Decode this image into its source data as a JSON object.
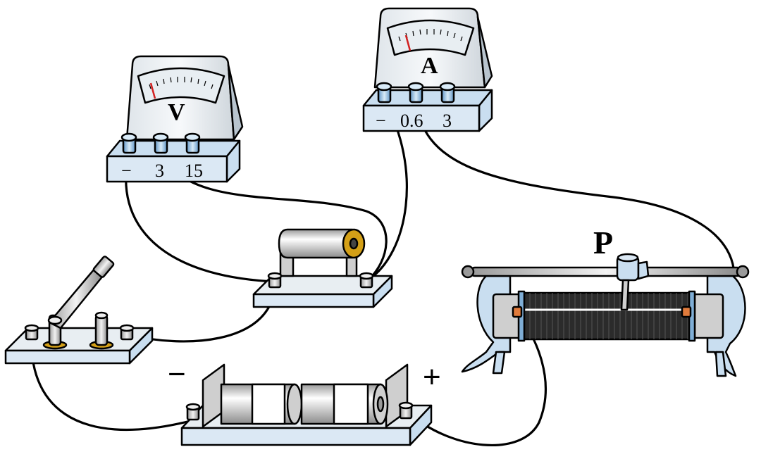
{
  "voltmeter": {
    "letter": "V",
    "terminals": [
      "−",
      "3",
      "15"
    ]
  },
  "ammeter": {
    "letter": "A",
    "terminals": [
      "−",
      "0.6",
      "3"
    ]
  },
  "rheostat": {
    "slider_label": "P"
  },
  "battery": {
    "negative_sign": "−",
    "positive_sign": "+"
  },
  "colors": {
    "metal_blue": "#c9def0",
    "dark_blue": "#7faed6",
    "gray_metal": "#d9d9d9",
    "coil": "#2b2b2b",
    "copper": "#e07b3c",
    "gold": "#d4a017",
    "needle": "#d22020"
  }
}
